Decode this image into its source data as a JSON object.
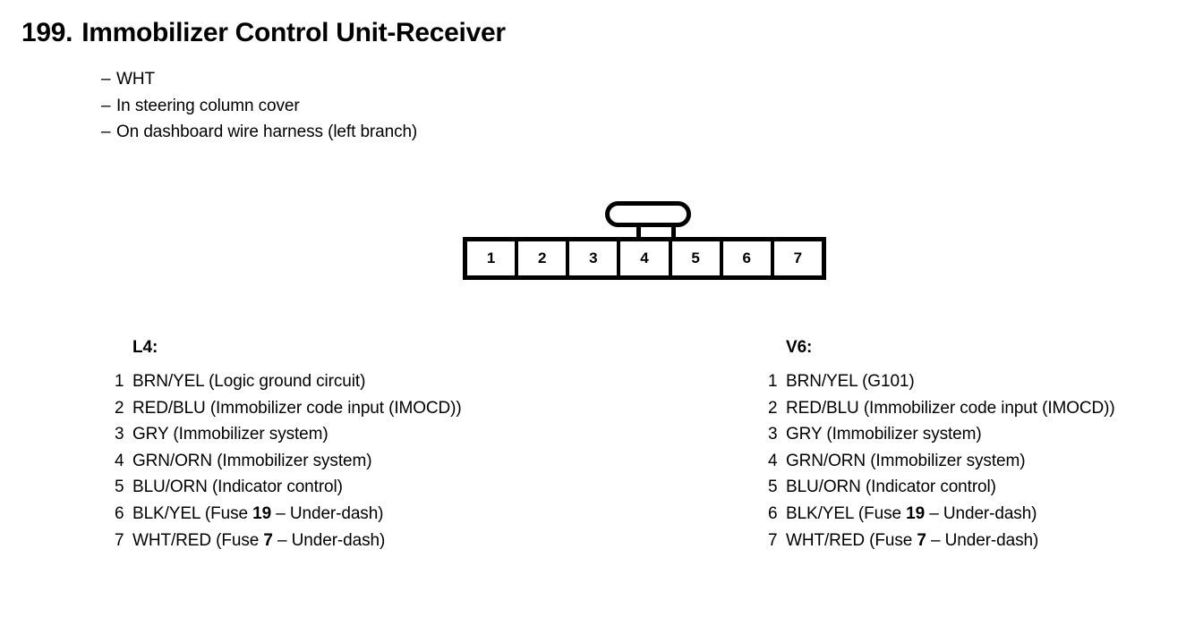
{
  "header": {
    "number": "199.",
    "title": "Immobilizer Control Unit-Receiver",
    "notes": [
      {
        "dash": "–",
        "text": "WHT"
      },
      {
        "dash": "–",
        "text": "In steering column cover"
      },
      {
        "dash": "–",
        "text": "On dashboard wire harness (left branch)"
      }
    ]
  },
  "connector": {
    "name": "7-pin-connector",
    "latch": "latch-tab",
    "pins": [
      "1",
      "2",
      "3",
      "4",
      "5",
      "6",
      "7"
    ]
  },
  "pinouts": [
    {
      "id": "l4",
      "heading": "L4:",
      "rows": [
        {
          "index": "1",
          "pre": "BRN/YEL (Logic ground circuit)",
          "bold": "",
          "post": ""
        },
        {
          "index": "2",
          "pre": "RED/BLU (Immobilizer code input (IMOCD))",
          "bold": "",
          "post": ""
        },
        {
          "index": "3",
          "pre": "GRY (Immobilizer system)",
          "bold": "",
          "post": ""
        },
        {
          "index": "4",
          "pre": "GRN/ORN (Immobilizer system)",
          "bold": "",
          "post": ""
        },
        {
          "index": "5",
          "pre": "BLU/ORN (Indicator control)",
          "bold": "",
          "post": ""
        },
        {
          "index": "6",
          "pre": "BLK/YEL (Fuse ",
          "bold": "19",
          "post": " – Under-dash)"
        },
        {
          "index": "7",
          "pre": "WHT/RED (Fuse ",
          "bold": "7",
          "post": " – Under-dash)"
        }
      ]
    },
    {
      "id": "v6",
      "heading": "V6:",
      "rows": [
        {
          "index": "1",
          "pre": "BRN/YEL (G101)",
          "bold": "",
          "post": ""
        },
        {
          "index": "2",
          "pre": "RED/BLU (Immobilizer code input (IMOCD))",
          "bold": "",
          "post": ""
        },
        {
          "index": "3",
          "pre": "GRY (Immobilizer system)",
          "bold": "",
          "post": ""
        },
        {
          "index": "4",
          "pre": "GRN/ORN (Immobilizer system)",
          "bold": "",
          "post": ""
        },
        {
          "index": "5",
          "pre": "BLU/ORN (Indicator control)",
          "bold": "",
          "post": ""
        },
        {
          "index": "6",
          "pre": "BLK/YEL (Fuse ",
          "bold": "19",
          "post": " – Under-dash)"
        },
        {
          "index": "7",
          "pre": "WHT/RED (Fuse ",
          "bold": "7",
          "post": " – Under-dash)"
        }
      ]
    }
  ],
  "colors": {
    "ink": "#000000",
    "paper": "#ffffff"
  }
}
